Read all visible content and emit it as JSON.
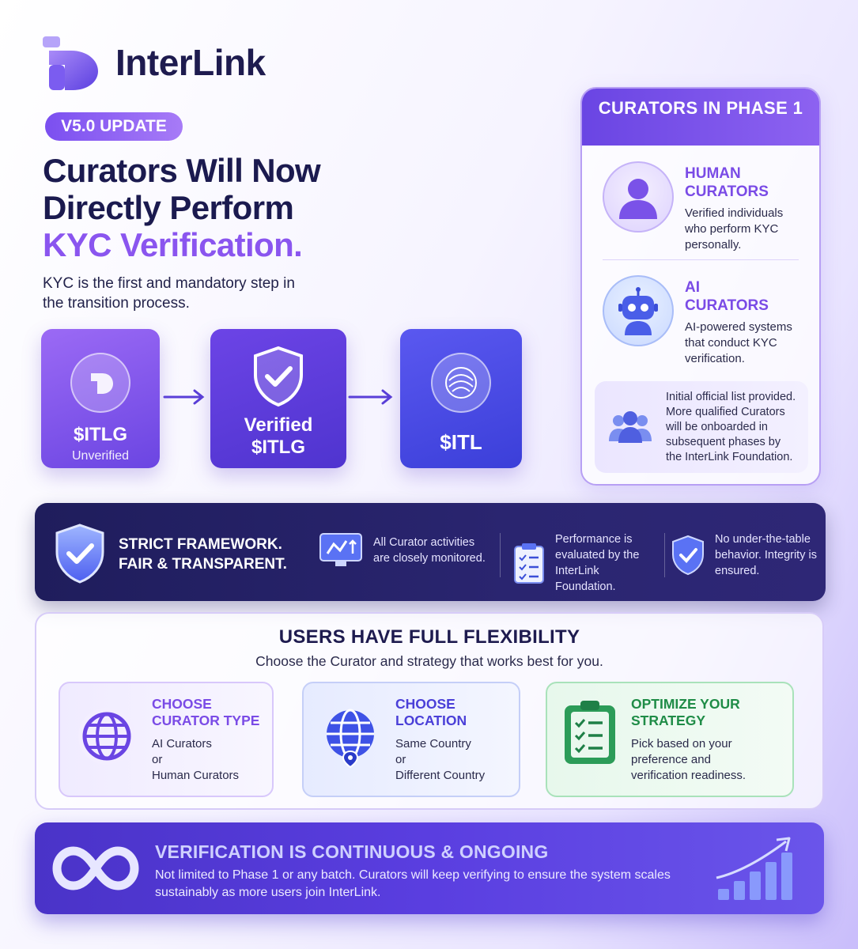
{
  "brand": {
    "name": "InterLink",
    "accent": "#7b4ff0"
  },
  "badge": "V5.0 UPDATE",
  "headline": {
    "line1": "Curators Will Now",
    "line2": "Directly Perform",
    "line3": "KYC Verification."
  },
  "subline": "KYC is the first and mandatory step in the transition process.",
  "tokens": [
    {
      "label": "$ITLG",
      "sub": "Unverified"
    },
    {
      "label": "Verified",
      "sub": "$ITLG"
    },
    {
      "label": "$ITL"
    }
  ],
  "panel": {
    "title": "CURATORS IN PHASE 1",
    "human": {
      "title": "HUMAN CURATORS",
      "desc": "Verified individuals who perform KYC personally."
    },
    "ai": {
      "title": "AI CURATORS",
      "desc": "AI-powered systems that conduct KYC verification."
    },
    "note": "Initial official list provided. More qualified Curators will be onboarded in subsequent phases by the InterLink Foundation."
  },
  "framework": {
    "lead1": "STRICT FRAMEWORK.",
    "lead2": "FAIR & TRANSPARENT.",
    "items": [
      {
        "text": "All Curator activities are closely monitored."
      },
      {
        "text": "Performance is evaluated by the InterLink Foundation."
      },
      {
        "text": "No under-the-table behavior. Integrity is ensured."
      }
    ]
  },
  "flexibility": {
    "title": "USERS HAVE FULL FLEXIBILITY",
    "subtitle": "Choose the Curator and strategy that works best for you.",
    "options": [
      {
        "title1": "CHOOSE",
        "title2": "CURATOR TYPE",
        "d1": "AI Curators",
        "d2": "or",
        "d3": "Human Curators"
      },
      {
        "title1": "CHOOSE",
        "title2": "LOCATION",
        "d1": "Same Country",
        "d2": "or",
        "d3": "Different Country"
      },
      {
        "title1": "OPTIMIZE YOUR",
        "title2": "STRATEGY",
        "d1": "Pick based on your",
        "d2": "preference and",
        "d3": "verification readiness."
      }
    ]
  },
  "continuous": {
    "title": "VERIFICATION IS CONTINUOUS & ONGOING",
    "desc": "Not limited to Phase 1 or any batch. Curators will keep verifying to ensure the system scales sustainably as more users join InterLink."
  }
}
